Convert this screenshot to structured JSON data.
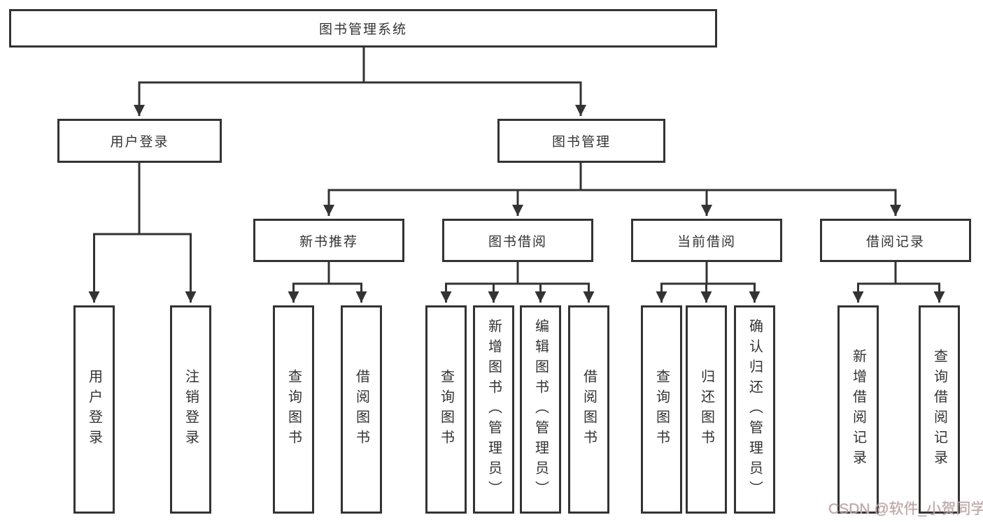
{
  "diagram": {
    "root": "图书管理系统",
    "level2": {
      "user_login": "用户登录",
      "book_mgmt": "图书管理"
    },
    "level3": {
      "new_book": "新书推荐",
      "book_borrow": "图书借阅",
      "current_borrow": "当前借阅",
      "borrow_record": "借阅记录"
    },
    "leaves": {
      "user_login": [
        "用户登录",
        "注销登录"
      ],
      "new_book": [
        "查询图书",
        "借阅图书"
      ],
      "book_borrow": [
        "查询图书",
        "新增图书（管理员）",
        "编辑图书（管理员）",
        "借阅图书"
      ],
      "current_borrow": [
        "查询图书",
        "归还图书",
        "确认归还（管理员）"
      ],
      "borrow_record": [
        "新增借阅记录",
        "查询借阅记录"
      ]
    }
  },
  "watermark": "CSDN @软件_小贺同学",
  "colors": {
    "line": "#333333",
    "box_border": "#333333",
    "text": "#333333",
    "watermark_text": "#b3a9a9",
    "background": "#ffffff"
  }
}
